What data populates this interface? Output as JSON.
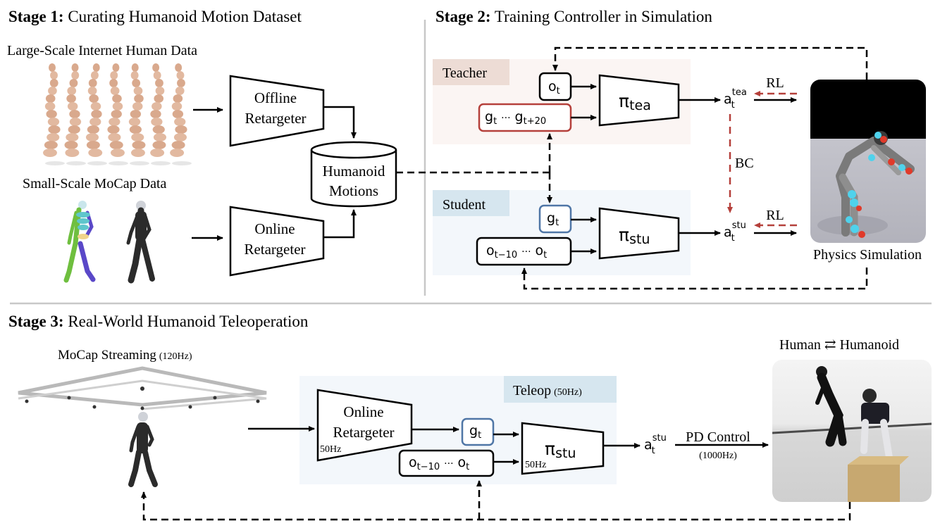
{
  "stage1": {
    "title_bold": "Stage 1:",
    "title_rest": " Curating Humanoid Motion Dataset",
    "large_data_label": "Large-Scale Internet Human Data",
    "small_data_label": "Small-Scale MoCap Data",
    "offline_retargeter": [
      "Offline",
      "Retargeter"
    ],
    "online_retargeter": [
      "Online",
      "Retargeter"
    ],
    "database": [
      "Humanoid",
      "Motions"
    ]
  },
  "stage2": {
    "title_bold": "Stage 2:",
    "title_rest": " Training Controller in Simulation",
    "teacher": {
      "label": "Teacher",
      "obs": {
        "base": "o",
        "sub": "t"
      },
      "goals": {
        "a": "g",
        "a_sub": "t",
        "dots": "···",
        "b": "g",
        "b_sub": "t+20"
      },
      "policy": {
        "base": "π",
        "sub": "tea"
      },
      "action": {
        "base": "a",
        "sub": "t",
        "sup": "tea"
      }
    },
    "student": {
      "label": "Student",
      "goal": {
        "base": "g",
        "sub": "t"
      },
      "obs": {
        "a": "o",
        "a_sub": "t−10",
        "dots": "···",
        "b": "o",
        "b_sub": "t"
      },
      "policy": {
        "base": "π",
        "sub": "stu"
      },
      "action": {
        "base": "a",
        "sub": "t",
        "sup": "stu"
      }
    },
    "rl_label": "RL",
    "bc_label": "BC",
    "sim_label": "Physics Simulation"
  },
  "stage3": {
    "title_bold": "Stage 3:",
    "title_rest": " Real-World Humanoid Teleoperation",
    "mocap_label": "MoCap Streaming",
    "mocap_rate": "(120Hz)",
    "teleop_label": "Teleop",
    "teleop_rate": "(50Hz)",
    "online_retargeter": [
      "Online",
      "Retargeter"
    ],
    "retargeter_rate": "50Hz",
    "goal": {
      "base": "g",
      "sub": "t"
    },
    "obs": {
      "a": "o",
      "a_sub": "t−10",
      "dots": "···",
      "b": "o",
      "b_sub": "t"
    },
    "policy": {
      "base": "π",
      "sub": "stu"
    },
    "policy_rate": "50Hz",
    "action": {
      "base": "a",
      "sub": "t",
      "sup": "stu"
    },
    "pd_label": "PD Control",
    "pd_rate": "(1000Hz)",
    "human_humanoid_label": "Human ⇄ Humanoid"
  },
  "colors": {
    "teacher_bg": "#fbf5f3",
    "teacher_tag": "#eddcd5",
    "student_bg": "#f3f7fb",
    "student_tag": "#d6e6ef",
    "red_accent": "#b5403b",
    "blue_accent": "#4f76a6",
    "divider": "#c8c8c8"
  }
}
